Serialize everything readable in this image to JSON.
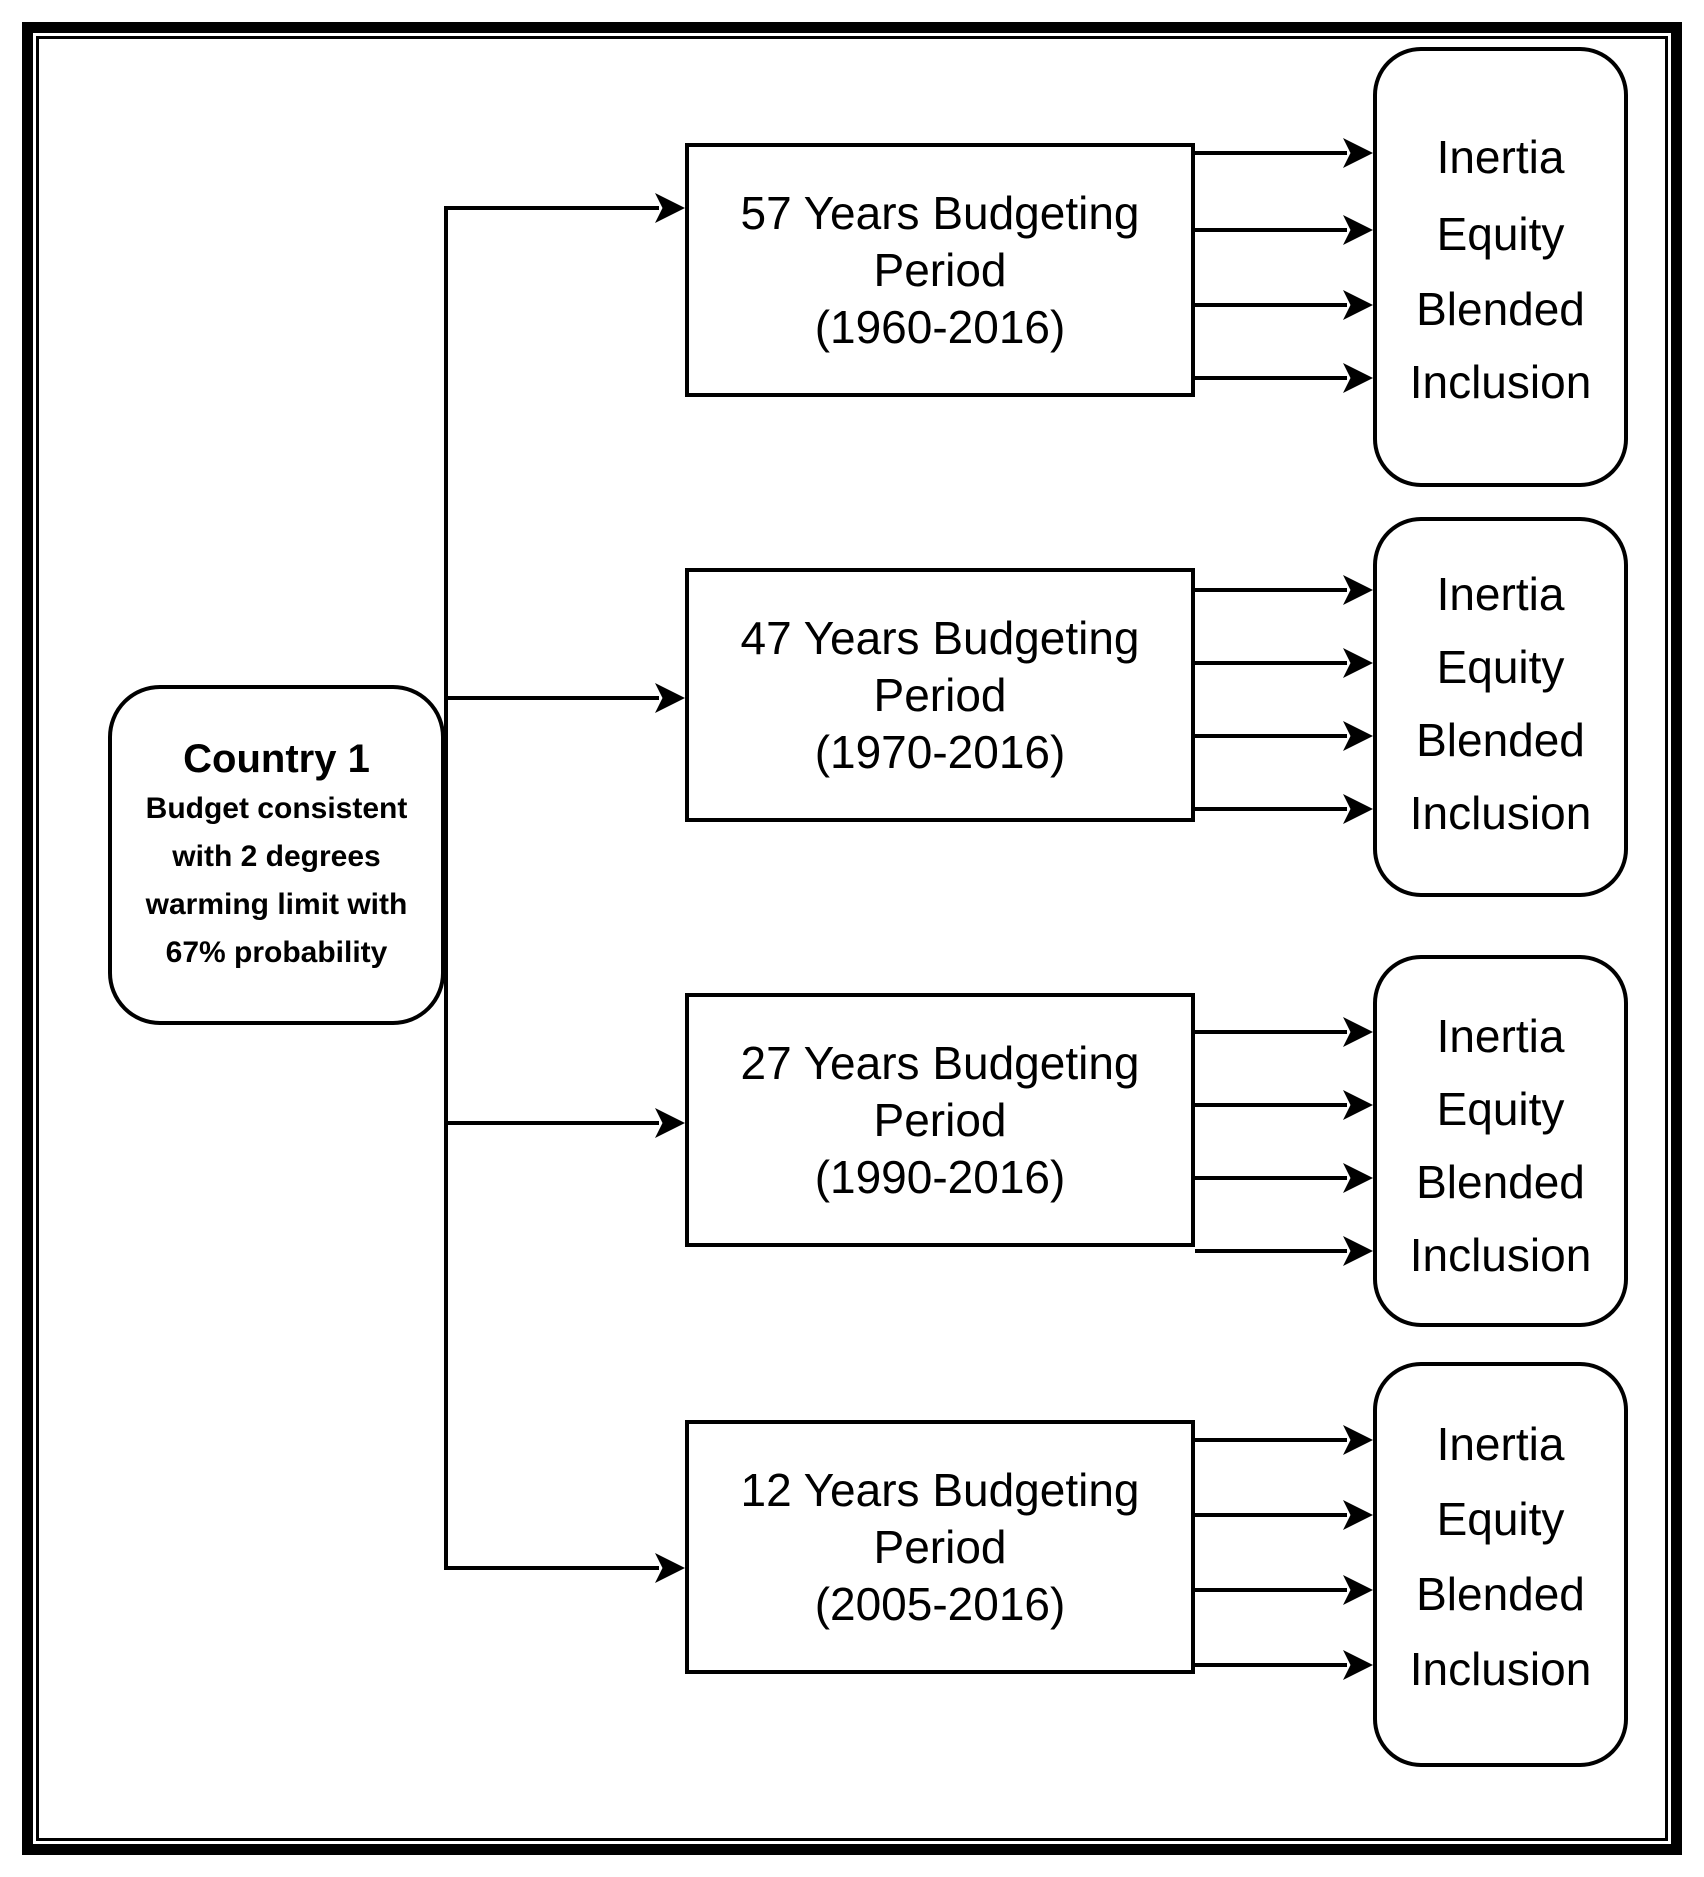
{
  "root": {
    "title": "Country 1",
    "lines": [
      "Budget consistent",
      "with 2 degrees",
      "warming limit with",
      "67% probability"
    ]
  },
  "rows": [
    {
      "period_lines": [
        "57 Years Budgeting",
        "Period",
        "(1960-2016)"
      ],
      "outcomes": [
        "Inertia",
        "Equity",
        "Blended",
        "Inclusion"
      ]
    },
    {
      "period_lines": [
        "47 Years Budgeting",
        "Period",
        "(1970-2016)"
      ],
      "outcomes": [
        "Inertia",
        "Equity",
        "Blended",
        "Inclusion"
      ]
    },
    {
      "period_lines": [
        "27 Years Budgeting",
        "Period",
        "(1990-2016)"
      ],
      "outcomes": [
        "Inertia",
        "Equity",
        "Blended",
        "Inclusion"
      ]
    },
    {
      "period_lines": [
        "12 Years Budgeting",
        "Period",
        "(2005-2016)"
      ],
      "outcomes": [
        "Inertia",
        "Equity",
        "Blended",
        "Inclusion"
      ]
    }
  ],
  "colors": {
    "stroke": "#000000",
    "background": "#ffffff",
    "text": "#000000"
  }
}
